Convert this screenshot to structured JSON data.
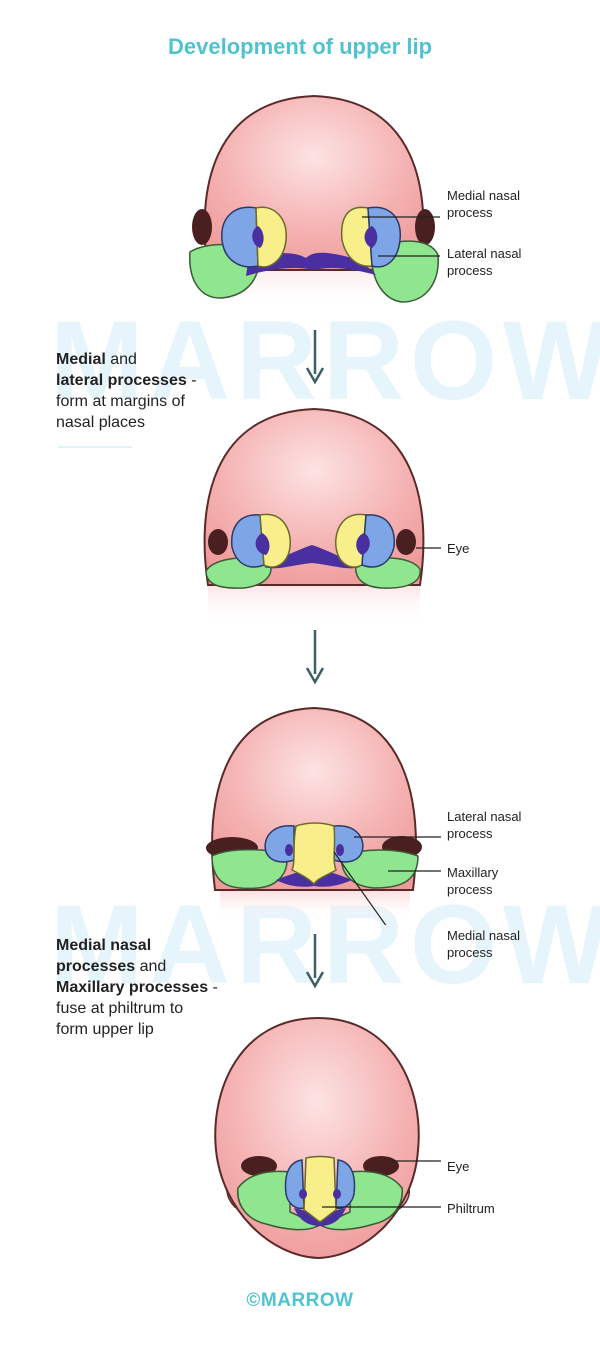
{
  "title": "Development of upper lip",
  "watermark": "MARROW",
  "stage1": {
    "labels": {
      "medial_nasal": [
        "Medial nasal",
        "process"
      ],
      "lateral_nasal": [
        "Lateral nasal",
        "process"
      ]
    }
  },
  "caption1": {
    "line1_bold": "Medial",
    "line1_rest": " and",
    "line2_bold": "lateral processes",
    "line2_rest": " -",
    "line3": "form at margins of",
    "line4": "nasal places"
  },
  "stage2": {
    "labels": {
      "eye": "Eye"
    }
  },
  "stage3": {
    "labels": {
      "lateral_nasal": [
        "Lateral nasal",
        "process"
      ],
      "maxillary": [
        "Maxillary",
        "process"
      ],
      "medial_nasal": [
        "Medial nasal",
        "process"
      ]
    }
  },
  "caption2": {
    "line1_bold": "Medial nasal",
    "line2_bold": "processes",
    "line2_rest": " and",
    "line3_bold": "Maxillary processes",
    "line3_rest": " -",
    "line4": "fuse at philtrum to",
    "line5": "form upper lip"
  },
  "stage4": {
    "labels": {
      "eye": "Eye",
      "philtrum": "Philtrum"
    }
  },
  "footer": "©MARROW",
  "colors": {
    "title": "#4fc3cf",
    "skin": "#f2a3a3",
    "medial": "#f8ef8a",
    "lateral": "#7ea6e6",
    "maxillary": "#8fe68f",
    "purple": "#4a2fa0",
    "eye": "#4a1f1f",
    "arrow": "#3d5f6a"
  }
}
